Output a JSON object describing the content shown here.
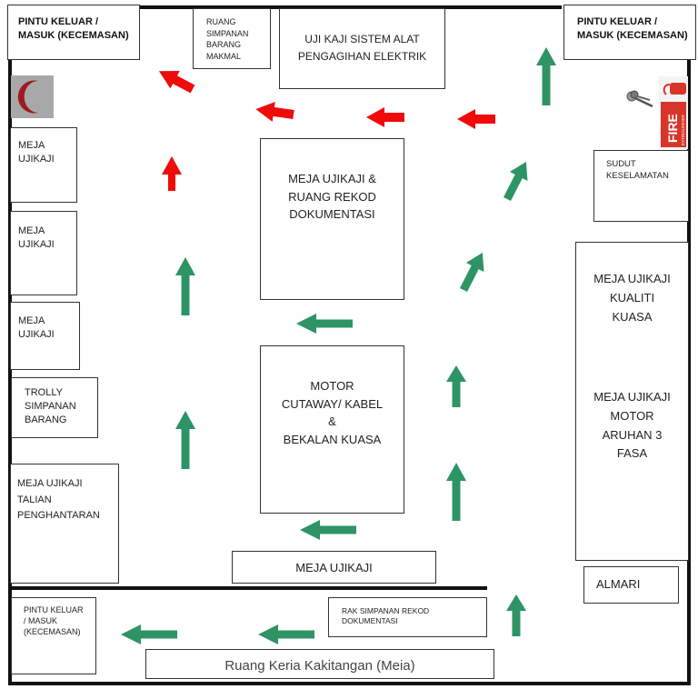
{
  "title": "Pelan Laluan Kecemasan Makmal",
  "colors": {
    "safe_route": "#2e9466",
    "emergency_route": "#f00a0a",
    "wall": "#111111",
    "box_border": "#333333",
    "first_aid_bg": "#a8a8a8",
    "first_aid_crescent": "#a01a22",
    "extinguisher_red": "#d8352a"
  },
  "rooms": {
    "exit_top_left": "PINTU KELUAR  /\nMASUK (KECEMASAN)",
    "storage_lab": "RUANG\nSIMPANAN\nBARANG\nMAKMAL",
    "distribution_test": "UJI KAJI SISTEM  ALAT\nPENGAGIHAN ELEKTRIK",
    "exit_top_right": "PINTU KELUAR /\nMASUK (KECEMASAN)",
    "test_table_1": "MEJA\nUJIKAJI",
    "test_table_2": "MEJA\nUJIKAJI",
    "test_table_3": "MEJA\nUJIKAJI",
    "trolly": "TROLLY\nSIMPANAN\nBARANG",
    "cable_test_table": "MEJA UJIKAJI\nTALIAN\nPENGHANTARAN",
    "records_table": "MEJA UJIKAJI  &\nRUANG  REKOD\nDOKUMENTASI",
    "motor_cutaway": "MOTOR\nCUTAWAY/ KABEL\n&\nBEKALAN KUASA",
    "safety_corner": "SUDUT\nKESELAMATAN",
    "power_quality": "MEJA UJIKAJI\nKUALITI\nKUASA",
    "motor_3phase": "MEJA UJIKAJI\nMOTOR\nARUHAN 3\nFASA",
    "test_table_bottom": "MEJA UJIKAJI",
    "cupboard": "ALMARI",
    "exit_bottom_left": "PINTU KELUAR\n/ MASUK\n(KECEMASAN)",
    "records_rack": "RAK SIMPANAN REKOD\nDOKUMENTASI",
    "staff_room": "Ruang Keria Kakitangan (Meia)"
  },
  "icons": {
    "first_aid": "red-crescent-icon",
    "keys": "keys-icon",
    "fire_extinguisher": "fire-extinguisher-icon",
    "fire_label": "FIRE",
    "extinguisher_label": "EXTINGUISHER"
  },
  "routes": {
    "green": [
      {
        "direction": "up",
        "area": "top-right"
      },
      {
        "direction": "up-right",
        "area": "right-upper"
      },
      {
        "direction": "up-right",
        "area": "right-middle"
      },
      {
        "direction": "up",
        "area": "right-center"
      },
      {
        "direction": "up",
        "area": "right-lower"
      },
      {
        "direction": "up",
        "area": "left-upper"
      },
      {
        "direction": "up",
        "area": "left-lower"
      },
      {
        "direction": "left",
        "area": "center-between-tables"
      },
      {
        "direction": "left",
        "area": "center-bottom"
      },
      {
        "direction": "up",
        "area": "bottom-corridor-right"
      },
      {
        "direction": "left",
        "area": "bottom-corridor-middle"
      },
      {
        "direction": "left",
        "area": "bottom-corridor-left"
      }
    ],
    "red": [
      {
        "direction": "left",
        "area": "top-right"
      },
      {
        "direction": "left",
        "area": "top-center"
      },
      {
        "direction": "left",
        "area": "top-center-left"
      },
      {
        "direction": "up-left",
        "area": "top-left"
      },
      {
        "direction": "up",
        "area": "left-top"
      }
    ]
  }
}
